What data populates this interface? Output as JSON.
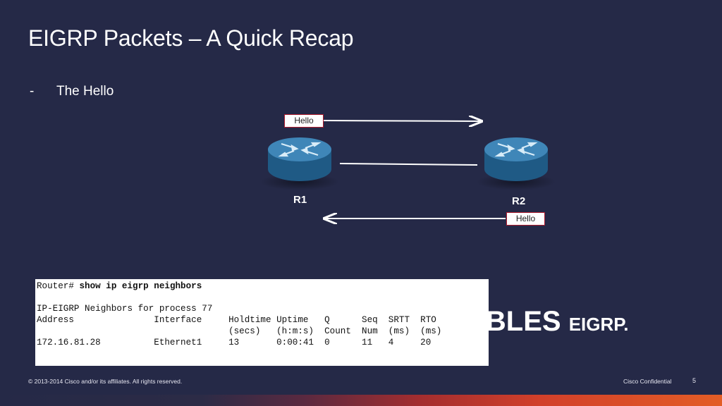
{
  "slide": {
    "title": "EIGRP Packets – A Quick Recap",
    "bullet_dash": "-",
    "bullet_text": "The Hello"
  },
  "diagram": {
    "router1_label": "R1",
    "router2_label": "R2",
    "hello_top": "Hello",
    "hello_bottom": "Hello"
  },
  "background_text": {
    "large": "ABLES",
    "small": "EIGRP."
  },
  "terminal": {
    "prompt": "Router# ",
    "command": "show ip eigrp neighbors",
    "line_process": "IP-EIGRP Neighbors for process 77",
    "header1": "Address               Interface     Holdtime Uptime   Q      Seq  SRTT  RTO",
    "header2": "                                    (secs)   (h:m:s)  Count  Num  (ms)  (ms)",
    "row1": "172.16.81.28          Ethernet1     13       0:00:41  0      11   4     20"
  },
  "footer": {
    "copyright": "© 2013-2014  Cisco and/or its affiliates. All rights reserved.",
    "confidential": "Cisco Confidential",
    "page_number": "5"
  },
  "colors": {
    "background": "#252947",
    "router_top": "#3f86b8",
    "router_side": "#1f5a85",
    "hello_border": "#b01c2e",
    "accent_gradient_end": "#e35d26"
  },
  "icons": {
    "router": "router-icon",
    "arrow": "arrow-right-icon"
  }
}
